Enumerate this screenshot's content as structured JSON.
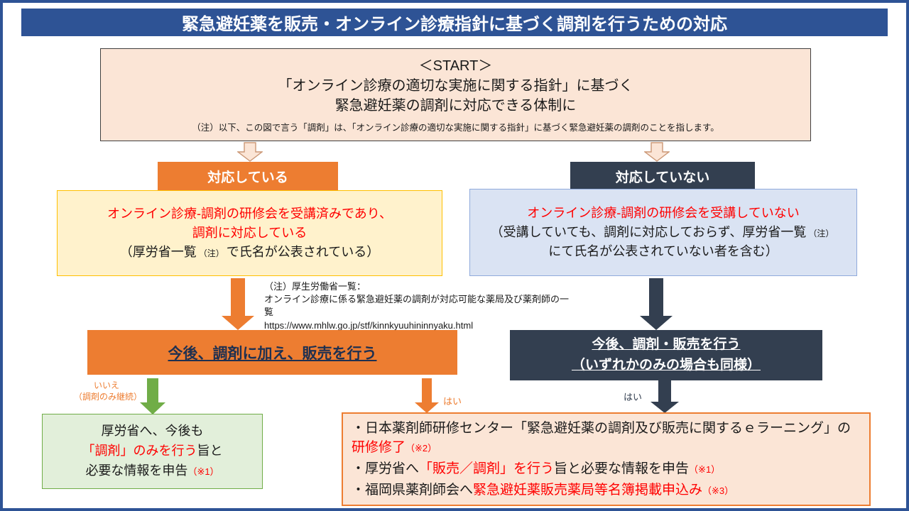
{
  "title": "緊急避妊薬を販売・オンライン診療指針に基づく調剤を行うための対応",
  "colors": {
    "frame_blue": "#2E5395",
    "orange": "#ED7D31",
    "navy": "#333F50",
    "green": "#70AD47",
    "red": "#FF0000",
    "peach": "#FBE5D6",
    "light_yellow": "#FFF2CC",
    "light_blue": "#DAE3F3",
    "light_green": "#E2EFDA"
  },
  "start_box": {
    "line1": "＜START＞",
    "line2": "「オンライン診療の適切な実施に関する指針」に基づく",
    "line3": "緊急避妊薬の調剤に対応できる体制に",
    "note": "（注）以下、この図で言う「調剤」は、「オンライン診療の適切な実施に関する指針」に基づく緊急避妊薬の調剤のことを指します。"
  },
  "left_branch": {
    "label": "対応している",
    "detail_red_line1": "オンライン診療-調剤の研修会を受講済みであり、",
    "detail_red_line2": "調剤に対応している",
    "detail_black_pre": "（厚労省一覧",
    "detail_black_note": "（注）",
    "detail_black_post": "で氏名が公表されている）",
    "action": "今後、調剤に加え、販売を行う",
    "no_label_line1": "いいえ",
    "no_label_line2": "（調剤のみ継続）",
    "yes_label": "はい"
  },
  "right_branch": {
    "label": "対応していない",
    "detail_red": "オンライン診療-調剤の研修会を受講していない",
    "detail_black_pre": "（受講していても、調剤に対応しておらず、厚労省一覧",
    "detail_black_note": "（注）",
    "detail_black_line2": "にて氏名が公表されていない者を含む）",
    "action_line1": "今後、調剤・販売を行う",
    "action_line2": "（いずれかのみの場合も同様）",
    "yes_label": "はい"
  },
  "mhlw_note": {
    "line1": "（注）厚生労働省一覧：",
    "line2": "オンライン診療に係る緊急避妊薬の調剤が対応可能な薬局及び薬剤師の一覧",
    "line3": "https://www.mhlw.go.jp/stf/kinnkyuuhininnyaku.html"
  },
  "declare_only_box": {
    "line1": "厚労省へ、今後も",
    "line2_red": "「調剤」のみを行う",
    "line2_black": "旨と",
    "line3_black": "必要な情報を申告",
    "line3_ref": "（※1）"
  },
  "result_box": {
    "item1_black": "・日本薬剤師研修センター「緊急避妊薬の調剤及び販売に関するｅラーニング」の",
    "item1_red": "研修修了",
    "item1_ref": "（※2）",
    "item2_black_pre": "・厚労省へ",
    "item2_red": "「販売／調剤」を行う",
    "item2_black_post": "旨と必要な情報を申告",
    "item2_ref": "（※1）",
    "item3_black_pre": "・福岡県薬剤師会へ",
    "item3_red": "緊急避妊薬販売薬局等名簿掲載申込み",
    "item3_ref": "（※3）"
  }
}
